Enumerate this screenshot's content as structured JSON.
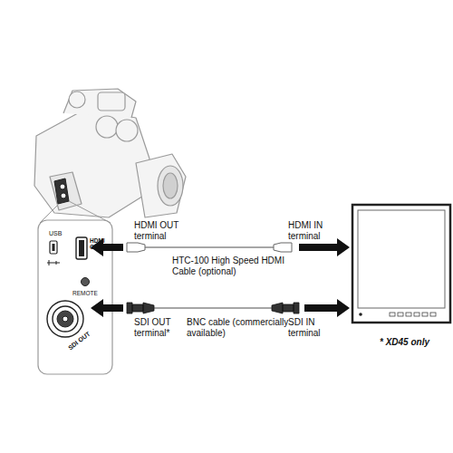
{
  "diagram": {
    "labels": [
      "USB",
      "HDMI OUT",
      "REMOTE",
      "SDI OUT",
      "HDMI OUT terminal",
      "HTC-100 High Speed HDMI Cable (optional)",
      "HDMI IN terminal",
      "SDI OUT terminal*",
      "BNC cable (commercially available)",
      "SDI IN terminal",
      "* XD45 only"
    ]
  }
}
